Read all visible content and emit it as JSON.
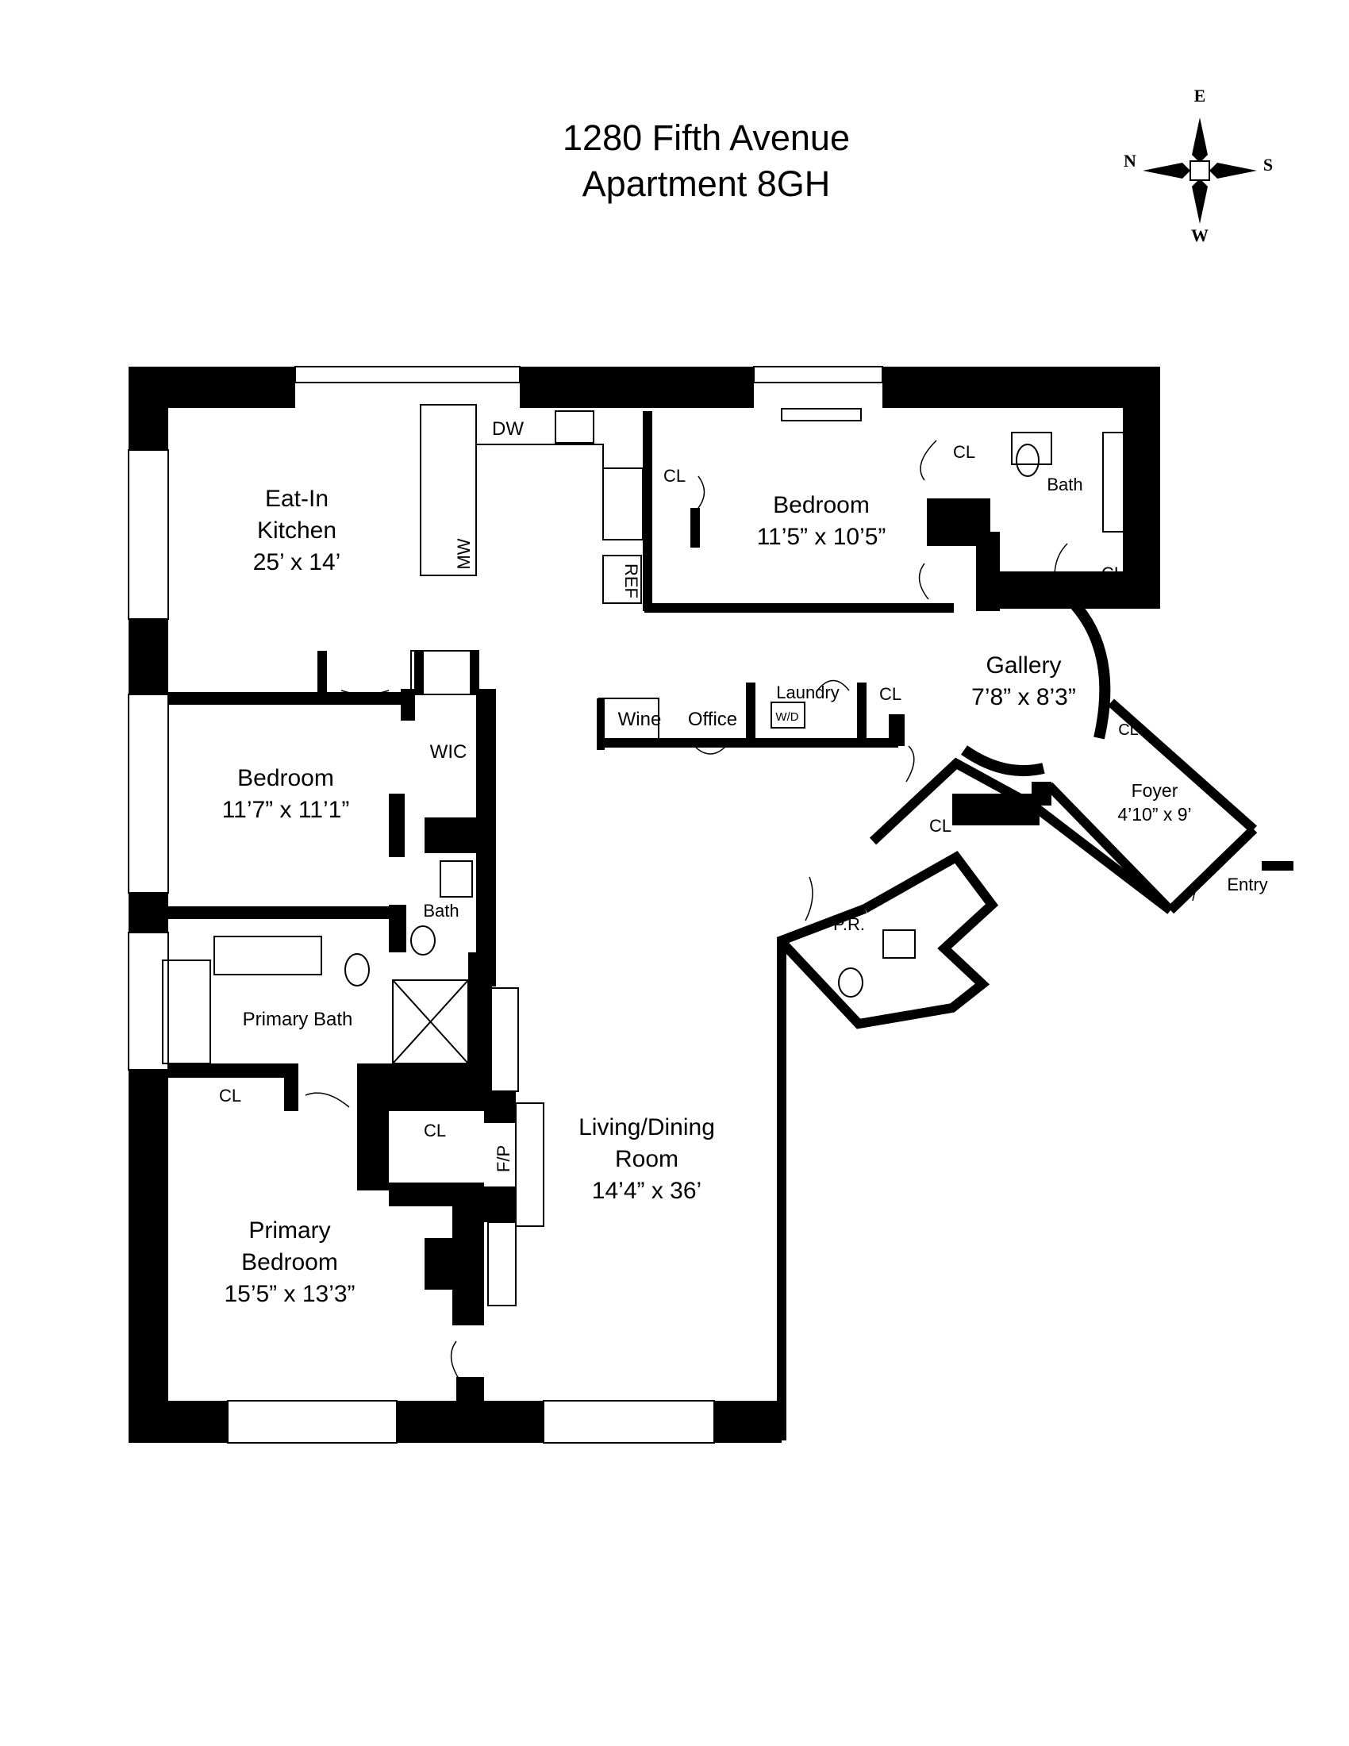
{
  "title": {
    "line1": "1280 Fifth Avenue",
    "line2": "Apartment 8GH"
  },
  "compass": {
    "north": "N",
    "east": "E",
    "south": "S",
    "west": "W"
  },
  "rooms": {
    "kitchen": {
      "name1": "Eat-In",
      "name2": "Kitchen",
      "dims": "25’ x 14’"
    },
    "bedroom_north": {
      "name": "Bedroom",
      "dims": "11’5” x 10’5”"
    },
    "bedroom_west": {
      "name": "Bedroom",
      "dims": "11’7” x 11’1”"
    },
    "gallery": {
      "name": "Gallery",
      "dims": "7’8” x 8’3”"
    },
    "foyer": {
      "name": "Foyer",
      "dims": "4’10” x 9’"
    },
    "living": {
      "name1": "Living/Dining",
      "name2": "Room",
      "dims": "14’4” x 36’"
    },
    "primary_bedroom": {
      "name1": "Primary",
      "name2": "Bedroom",
      "dims": "15’5” x 13’3”"
    },
    "primary_bath": {
      "name": "Primary Bath"
    }
  },
  "labels": {
    "dw": "DW",
    "mw": "MW",
    "ref": "REF",
    "wine": "Wine",
    "office": "Office",
    "laundry": "Laundry",
    "wd": "W/D",
    "wic": "WIC",
    "bath": "Bath",
    "pr": "P.R.",
    "fp": "F/P",
    "entry": "Entry",
    "cl": "CL"
  }
}
